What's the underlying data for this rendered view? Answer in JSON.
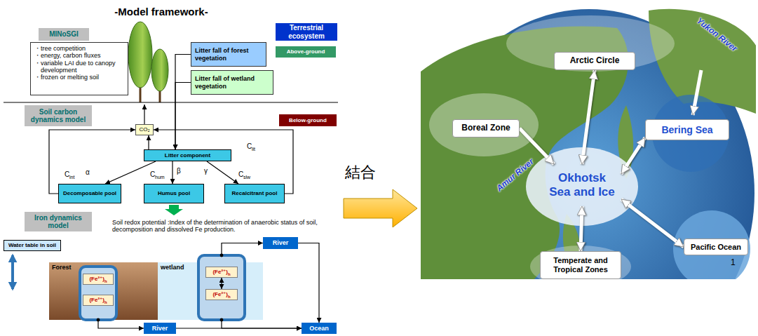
{
  "diagram": {
    "title": "-Model framework-",
    "nodes": [
      {
        "text": [
          "Terrestrial ecosystem"
        ]
      },
      {
        "text": [
          "MINoSGI"
        ]
      },
      {
        "text": [
          "・tree competition",
          "・energy, carbon fluxes",
          "・variable LAI due to canopy development",
          "・frozen or melting soil"
        ]
      },
      {
        "text": [
          "Litter fall of forest vegetation"
        ]
      },
      {
        "text": [
          "Above-ground"
        ]
      },
      {
        "text": [
          "Litter fall of wetland vegetation"
        ]
      },
      {
        "text": [
          "Soil carbon dynamics model"
        ]
      },
      {
        "text": [
          "Below-ground"
        ]
      },
      {
        "text": [
          "CO₂"
        ]
      },
      {
        "text": [
          "Litter component"
        ]
      },
      {
        "text": [
          "Decomposable pool"
        ]
      },
      {
        "text": [
          "Humus pool"
        ]
      },
      {
        "text": [
          "Recalcitrant pool"
        ]
      },
      {
        "text": [
          "Iron dynamics model"
        ]
      },
      {
        "text": [
          "Water table in soil"
        ]
      },
      {
        "text": [
          "Forest"
        ]
      },
      {
        "text": [
          "(Fe²⁺)",
          "h"
        ],
        "in": 15
      },
      {
        "text": [
          "(Fe²⁺)",
          "h"
        ],
        "in": 15
      },
      {
        "text": [
          "wetland"
        ]
      },
      {
        "text": [
          "(Fe²⁺)",
          "h"
        ],
        "in": 18
      },
      {
        "text": [
          "(Fe²⁺)",
          "h"
        ],
        "in": 18
      },
      {
        "text": [
          "River"
        ]
      },
      {
        "text": [
          "River"
        ]
      },
      {
        "text": [
          "Ocean"
        ]
      },
      {
        "text": [
          "Arctic Circle"
        ]
      },
      {
        "text": [
          "Boreal Zone"
        ]
      },
      {
        "text": [
          "Bering Sea"
        ]
      },
      {
        "text": [
          "Okhotsk Sea and Ice"
        ]
      },
      {
        "text": [
          "Temperate and Tropical Zones"
        ]
      },
      {
        "text": [
          "Pacific Ocean"
        ]
      }
    ],
    "edges": [
      {
        "from": 3,
        "to": 9,
        "arrow": "to"
      },
      {
        "from": 5,
        "to": 9,
        "arrow": "to"
      },
      {
        "from": 9,
        "to": 8,
        "arrow": "to"
      },
      {
        "from": 9,
        "to": 10,
        "arrow": "to"
      },
      {
        "from": 9,
        "to": 11,
        "arrow": "to"
      },
      {
        "from": 9,
        "to": 12,
        "arrow": "to"
      },
      {
        "from": 10,
        "to": 8,
        "arrow": "to"
      },
      {
        "from": 12,
        "to": 8,
        "arrow": "to"
      },
      {
        "from": 19,
        "to": 20,
        "arrow": "both"
      },
      {
        "from": 18,
        "to": 21,
        "arrow": "to"
      },
      {
        "from": 21,
        "to": 23,
        "arrow": "to"
      },
      {
        "from": 15,
        "to": 22,
        "arrow": "to"
      },
      {
        "from": 22,
        "to": 23,
        "arrow": "to"
      },
      {
        "from": 18,
        "to": 23,
        "arrow": "to"
      },
      {
        "from": 27,
        "to": 24,
        "arrow": "both"
      },
      {
        "from": 25,
        "to": 27,
        "arrow": "to"
      },
      {
        "from": 27,
        "to": 26,
        "arrow": "both"
      },
      {
        "from": 27,
        "to": 29,
        "arrow": "both"
      },
      {
        "from": 27,
        "to": 28,
        "arrow": "both"
      }
    ],
    "labels": [
      "C",
      "lit",
      "C",
      "int",
      "α",
      "C",
      "hum",
      "β",
      "γ",
      "C",
      "slw",
      "Soil redox potential :Index of the determination of anaerobic status of soil, decomposition and dissolved Fe production.",
      "結合",
      "Yukon River",
      "Amur River",
      "1"
    ]
  }
}
